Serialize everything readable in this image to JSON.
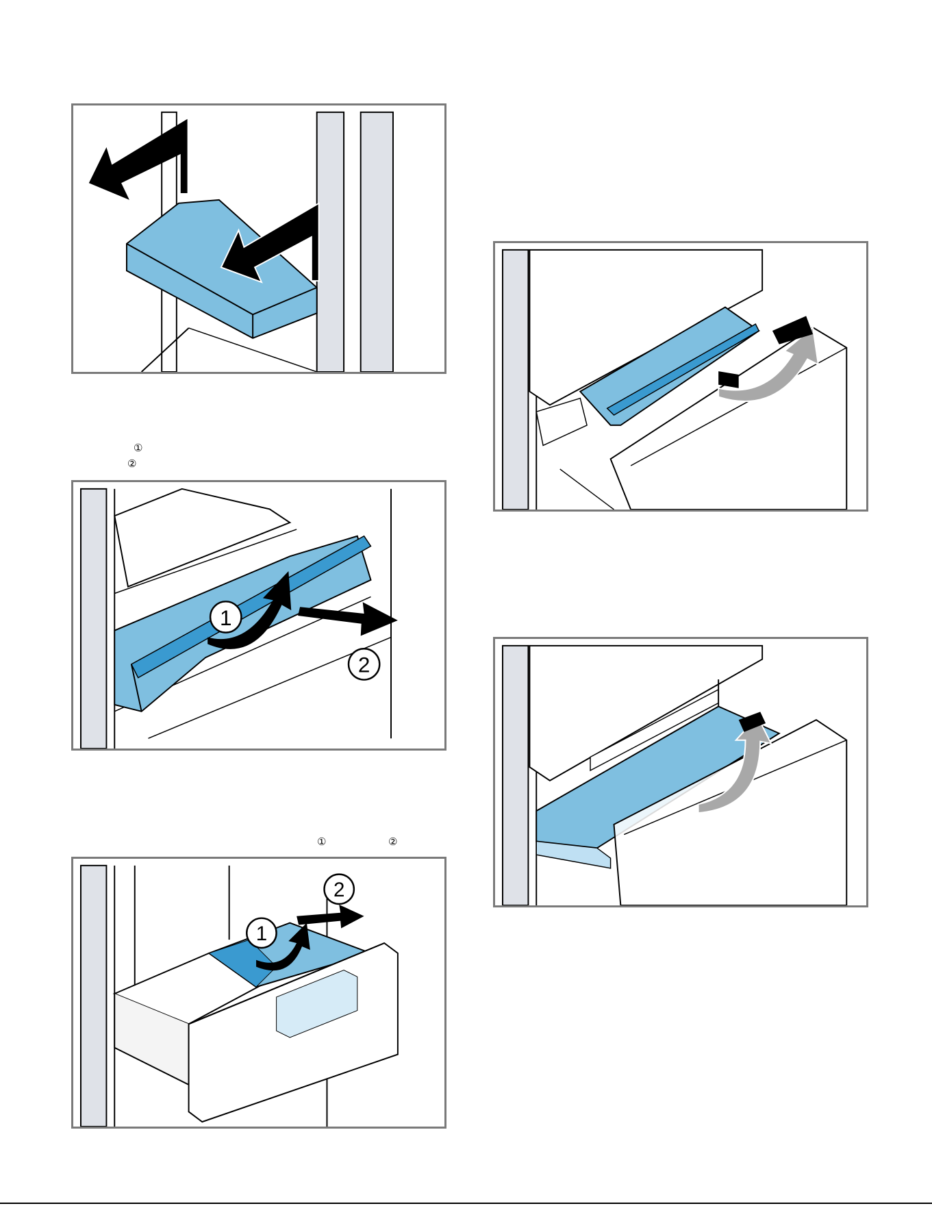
{
  "step_markers": {
    "figure2_step1": "①",
    "figure2_step2": "②",
    "figure3_step1": "①",
    "figure3_step2": "②"
  },
  "figures": {
    "figure2": {
      "callout_1": "1",
      "callout_2": "2"
    },
    "figure3": {
      "callout_1": "1",
      "callout_2": "2"
    }
  },
  "colors": {
    "part_blue": "#7fbfe0",
    "part_blue_dark": "#3a9ad0",
    "frame_border": "#7a7a7a",
    "panel_grey": "#dfe2e8",
    "arrow_black": "#000000",
    "arrow_grey": "#a8a8a8"
  },
  "icons": [
    "arrow-pull-out-icon",
    "arrow-lift-icon",
    "arrow-pull-icon",
    "arrow-tilt-icon"
  ]
}
